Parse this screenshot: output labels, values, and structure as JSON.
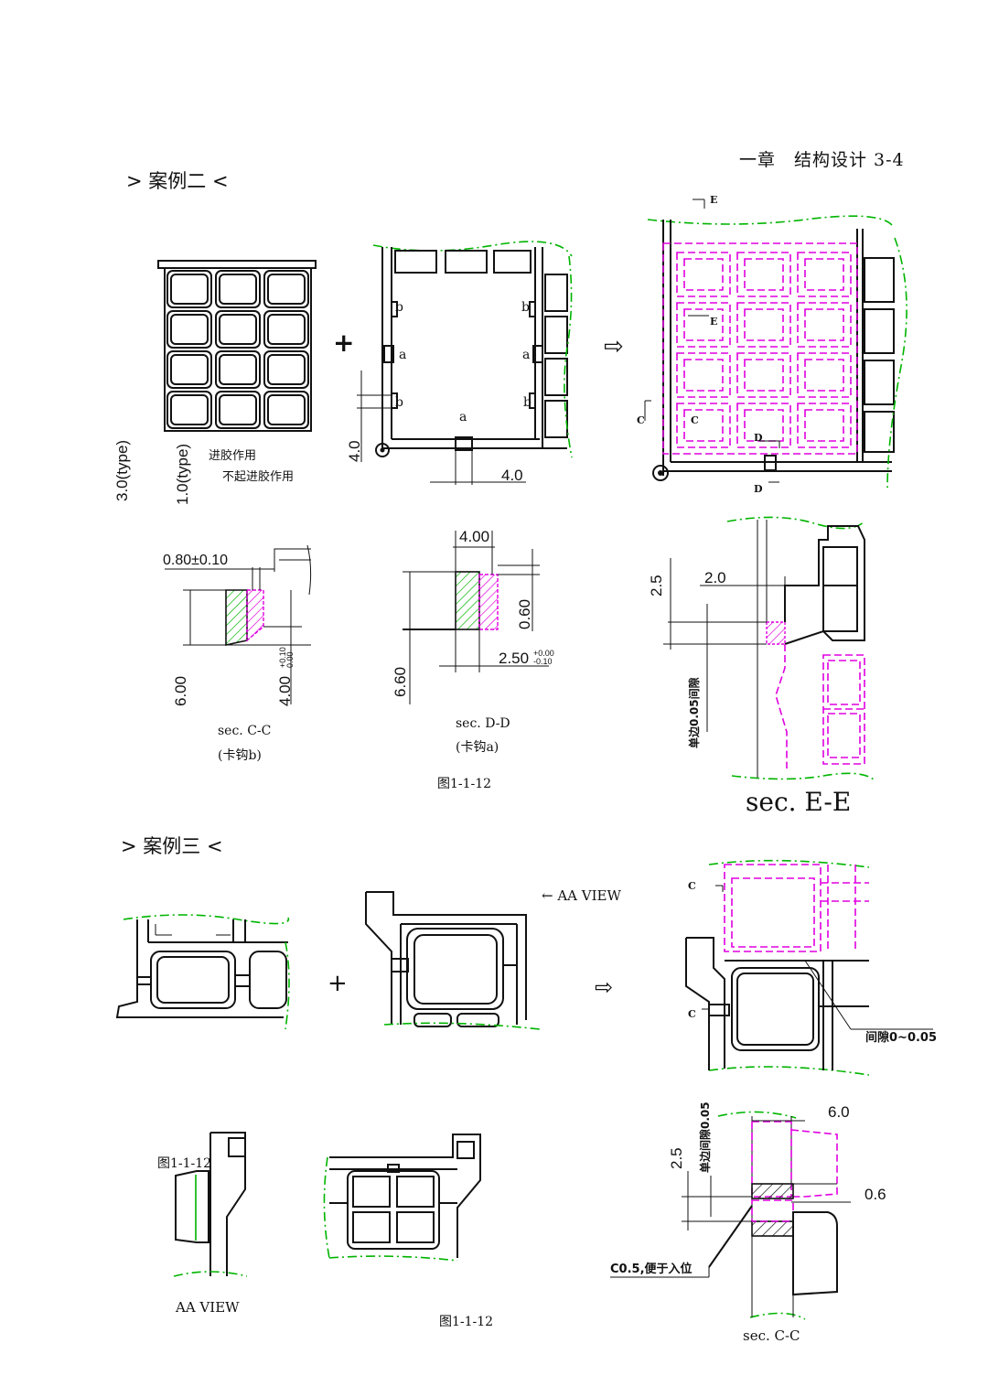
{
  "page_header": "一章　结构设计 3-4",
  "section2": {
    "title": "> 案例二 <",
    "labels": {
      "dim_3_0": "3.0(type)",
      "dim_1_0": "1.0(type)",
      "note_glue": "进胶作用",
      "note_no_glue": "不起进胶作用",
      "plus": "+",
      "b1": "b",
      "a1": "a",
      "b2": "b",
      "a_mid": "a",
      "b3": "b",
      "a3": "a",
      "b4": "b",
      "dim_4_0_v": "4.0",
      "dim_4_0_h": "4.0",
      "arrow": "⇨",
      "E_top": "E",
      "E_mid": "E",
      "C_left": "C",
      "C_inner": "C",
      "D_top": "D",
      "D_bottom": "D"
    },
    "sec_cc": {
      "dim_top": "0.80±0.10",
      "dim_h": "6.00",
      "dim_tol": "4.00",
      "tol_upper": "+0.10",
      "tol_lower": "0.00",
      "title": "sec.  C-C",
      "subtitle": "(卡钩b)"
    },
    "sec_dd": {
      "dim_top": "4.00",
      "dim_right": "0.60",
      "dim_left": "6.60",
      "dim_bottom": "2.50",
      "tol_upper": "+0.00",
      "tol_lower": "-0.10",
      "title": "sec.  D-D",
      "subtitle": "(卡钩a)"
    },
    "figure_caption": "图1-1-12",
    "sec_ee": {
      "dim_v": "2.5",
      "dim_h": "2.0",
      "gap_note": "单边0.05间隙",
      "title": "sec. E-E"
    }
  },
  "section3": {
    "title": "> 案例三 <",
    "labels": {
      "plus": "+",
      "aa_view_arrow": "← AA  VIEW",
      "arrow": "⇨",
      "C_top": "C",
      "C_bottom": "C",
      "gap_note": "间隙0~0.05",
      "overlay_caption": "图1-1-12",
      "aa_view": "AA  VIEW",
      "figure_caption": "图1-1-12"
    },
    "sec_cc": {
      "gap_note": "单边间隙0.05",
      "dim_v": "2.5",
      "dim_h": "6.0",
      "dim_small": "0.6",
      "chamfer_note": "C0.5,便于入位",
      "title": "sec. C-C"
    }
  },
  "colors": {
    "line": "#111111",
    "magenta": "#e000e0",
    "green": "#00b400"
  }
}
